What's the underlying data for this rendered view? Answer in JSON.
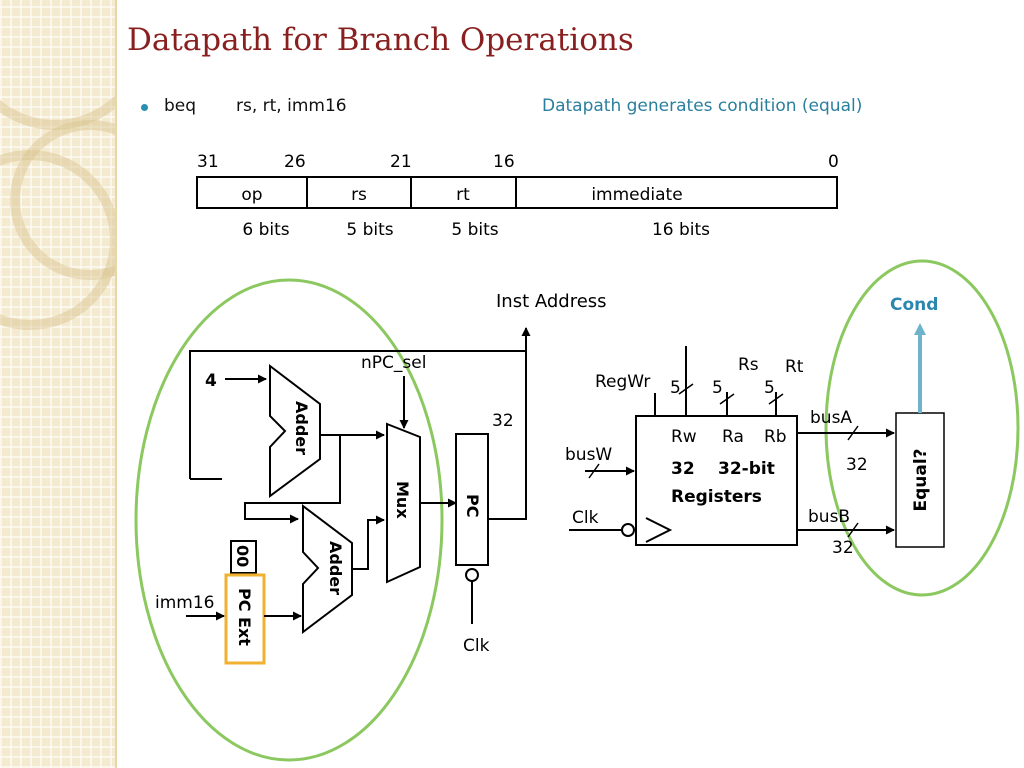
{
  "title": "Datapath for Branch Operations",
  "instruction": {
    "mnemonic": "beq",
    "operands": "rs, rt, imm16"
  },
  "note": "Datapath generates condition (equal)",
  "format": {
    "bit_positions": [
      "31",
      "26",
      "21",
      "16",
      "0"
    ],
    "fields": [
      {
        "name": "op",
        "bits": "6 bits"
      },
      {
        "name": "rs",
        "bits": "5 bits"
      },
      {
        "name": "rt",
        "bits": "5 bits"
      },
      {
        "name": "immediate",
        "bits": "16 bits"
      }
    ]
  },
  "labels": {
    "four": "4",
    "adder": "Adder",
    "npc_sel": "nPC_sel",
    "mux": "Mux",
    "pc": "PC",
    "inst_address": "Inst Address",
    "width_32": "32",
    "clk": "Clk",
    "zeros": "00",
    "pc_ext": "PC Ext",
    "imm16": "imm16",
    "regwr": "RegWr",
    "rs": "Rs",
    "rt": "Rt",
    "five": "5",
    "rw": "Rw",
    "ra": "Ra",
    "rb": "Rb",
    "reg_count": "32",
    "reg_width": "32-bit",
    "registers": "Registers",
    "busw": "busW",
    "busa": "busA",
    "busb": "busB",
    "equal": "Equal?",
    "cond": "Cond"
  },
  "colors": {
    "title": "#8a1f1f",
    "note": "#2a7f9e",
    "highlight_ellipse": "#8cc860",
    "pc_ext_border": "#f0b030",
    "cond_arrow": "#6fb2cc",
    "cond_text": "#2b86b0"
  }
}
